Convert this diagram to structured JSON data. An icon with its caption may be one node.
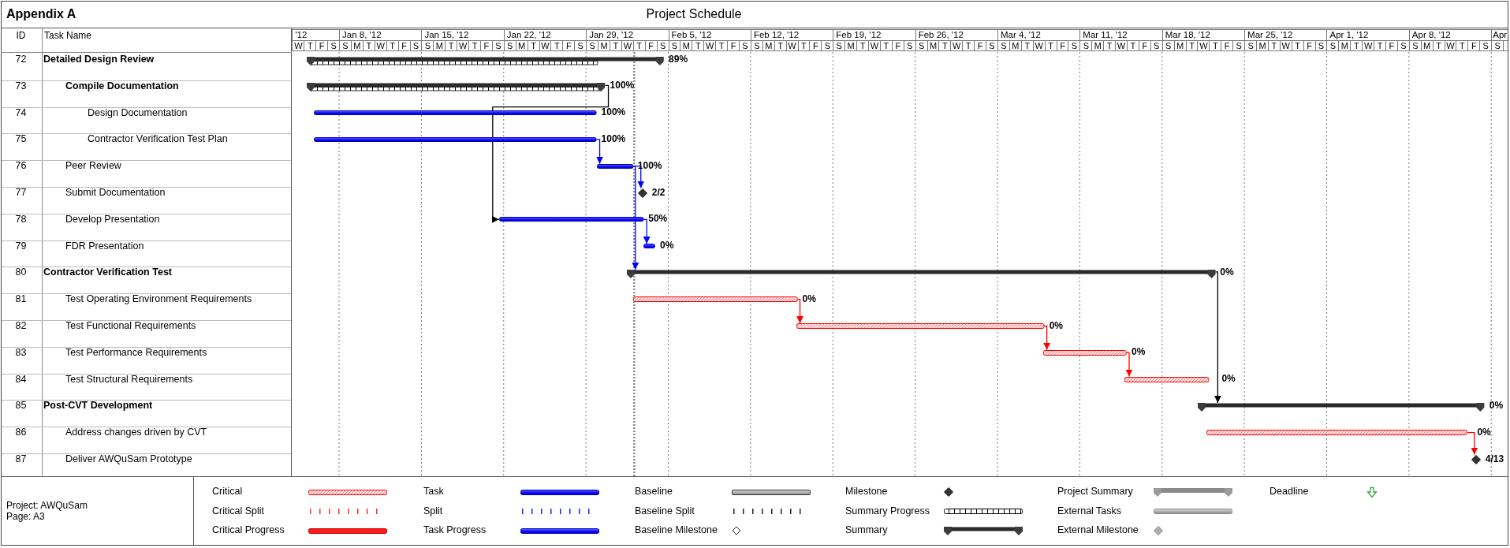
{
  "diagram": {
    "title": "Project Schedule",
    "nodes": [
      {
        "text": [],
        "shape": "bar",
        "beside": [
          "89%"
        ]
      },
      {
        "text": [],
        "shape": "bar",
        "beside": [
          "100%"
        ]
      },
      {
        "text": [],
        "shape": "bar",
        "beside": [
          "100%"
        ]
      },
      {
        "text": [],
        "shape": "bar",
        "beside": [
          "100%"
        ]
      },
      {
        "text": [],
        "shape": "bar",
        "beside": [
          "100%"
        ]
      },
      {
        "text": [],
        "shape": "diamond",
        "beside": [
          "2/2"
        ]
      },
      {
        "text": [],
        "shape": "bar",
        "beside": [
          "50%"
        ]
      },
      {
        "text": [],
        "shape": "bar",
        "beside": [
          "0%"
        ]
      },
      {
        "text": [],
        "shape": "bar",
        "beside": [
          "0%"
        ]
      },
      {
        "text": [],
        "shape": "bar",
        "beside": [
          "0%"
        ]
      },
      {
        "text": [],
        "shape": "bar",
        "beside": [
          "0%"
        ]
      },
      {
        "text": [],
        "shape": "bar",
        "beside": [
          "0%"
        ]
      },
      {
        "text": [],
        "shape": "bar",
        "beside": [
          "0%"
        ]
      },
      {
        "text": [],
        "shape": "bar",
        "beside": [
          "0%"
        ]
      },
      {
        "text": [],
        "shape": "bar",
        "beside": [
          "0%"
        ]
      },
      {
        "text": [],
        "shape": "diamond",
        "beside": [
          "4/13"
        ]
      }
    ],
    "edges": [
      {
        "from": 1,
        "to": 6,
        "arrow": "to",
        "color": "#000000"
      },
      {
        "from": 3,
        "to": 4,
        "arrow": "to"
      },
      {
        "from": 4,
        "to": 5,
        "arrow": "to"
      },
      {
        "from": 6,
        "to": 7,
        "arrow": "to"
      },
      {
        "from": 4,
        "to": 8,
        "arrow": "to"
      },
      {
        "from": 8,
        "to": 13,
        "arrow": "to",
        "color": "#000000"
      },
      {
        "from": 9,
        "to": 10,
        "arrow": "to",
        "color": "#ff0000"
      },
      {
        "from": 10,
        "to": 11,
        "arrow": "to",
        "color": "#ff0000"
      },
      {
        "from": 11,
        "to": 12,
        "arrow": "to",
        "color": "#ff0000"
      },
      {
        "from": 14,
        "to": 15,
        "arrow": "to",
        "color": "#ff0000"
      }
    ],
    "labels": [
      "Appendix A",
      "ID",
      "Task Name",
      "'12",
      "Jan 8, '12",
      "Jan 15, '12",
      "Jan 22, '12",
      "Jan 29, '12",
      "Feb 5, '12",
      "Feb 12, '12",
      "Feb 19, '12",
      "Feb 26, '12",
      "Mar 4, '12",
      "Mar 11, '12",
      "Mar 18, '12",
      "Mar 25, '12",
      "Apr 1, '12",
      "Apr 8, '12",
      "Apr",
      "W",
      "T",
      "F",
      "S",
      "S",
      "M",
      "T",
      "W",
      "T",
      "F",
      "S",
      "S",
      "M",
      "T",
      "W",
      "T",
      "F",
      "S",
      "S",
      "M",
      "T",
      "W",
      "T",
      "F",
      "S",
      "S",
      "M",
      "T",
      "W",
      "T",
      "F",
      "S",
      "S",
      "M",
      "T",
      "W",
      "T",
      "F",
      "S",
      "S",
      "M",
      "T",
      "W",
      "T",
      "F",
      "S",
      "S",
      "M",
      "T",
      "W",
      "T",
      "F",
      "S",
      "S",
      "M",
      "T",
      "W",
      "T",
      "F",
      "S",
      "S",
      "M",
      "T",
      "W",
      "T",
      "F",
      "S",
      "S",
      "M",
      "T",
      "W",
      "T",
      "F",
      "S",
      "S",
      "M",
      "T",
      "W",
      "T",
      "F",
      "S",
      "S",
      "M",
      "T",
      "W",
      "T",
      "F",
      "S",
      "S",
      "M",
      "T",
      "W",
      "T",
      "F",
      "S",
      "S",
      "M",
      "T",
      "W",
      "T",
      "F",
      "S",
      "S",
      "72",
      "Detailed Design Review",
      "73",
      "Compile Documentation",
      "74",
      "Design Documentation",
      "75",
      "Contractor Verification Test Plan",
      "76",
      "Peer Review",
      "77",
      "Submit Documentation",
      "78",
      "Develop Presentation",
      "79",
      "FDR Presentation",
      "80",
      "Contractor Verification Test",
      "81",
      "Test Operating Environment Requirements",
      "82",
      "Test Functional Requirements",
      "83",
      "Test Performance Requirements",
      "84",
      "Test Structural Requirements",
      "85",
      "Post-CVT Development",
      "86",
      "Address changes driven by CVT",
      "87",
      "Deliver AWQuSam Prototype",
      "Project: AWQuSam",
      "Page: A3"
    ],
    "legend": [
      {
        "text": "Critical"
      },
      {
        "text": "Critical Split"
      },
      {
        "text": "Critical Progress"
      },
      {
        "text": "Task"
      },
      {
        "text": "Split"
      },
      {
        "text": "Task Progress"
      },
      {
        "text": "Baseline"
      },
      {
        "text": "Baseline Split"
      },
      {
        "text": "Baseline Milestone"
      },
      {
        "text": "Milestone"
      },
      {
        "text": "Summary Progress"
      },
      {
        "text": "Summary"
      },
      {
        "text": "Project Summary"
      },
      {
        "text": "External Tasks"
      },
      {
        "text": "External Milestone"
      },
      {
        "text": "Deadline"
      }
    ]
  }
}
